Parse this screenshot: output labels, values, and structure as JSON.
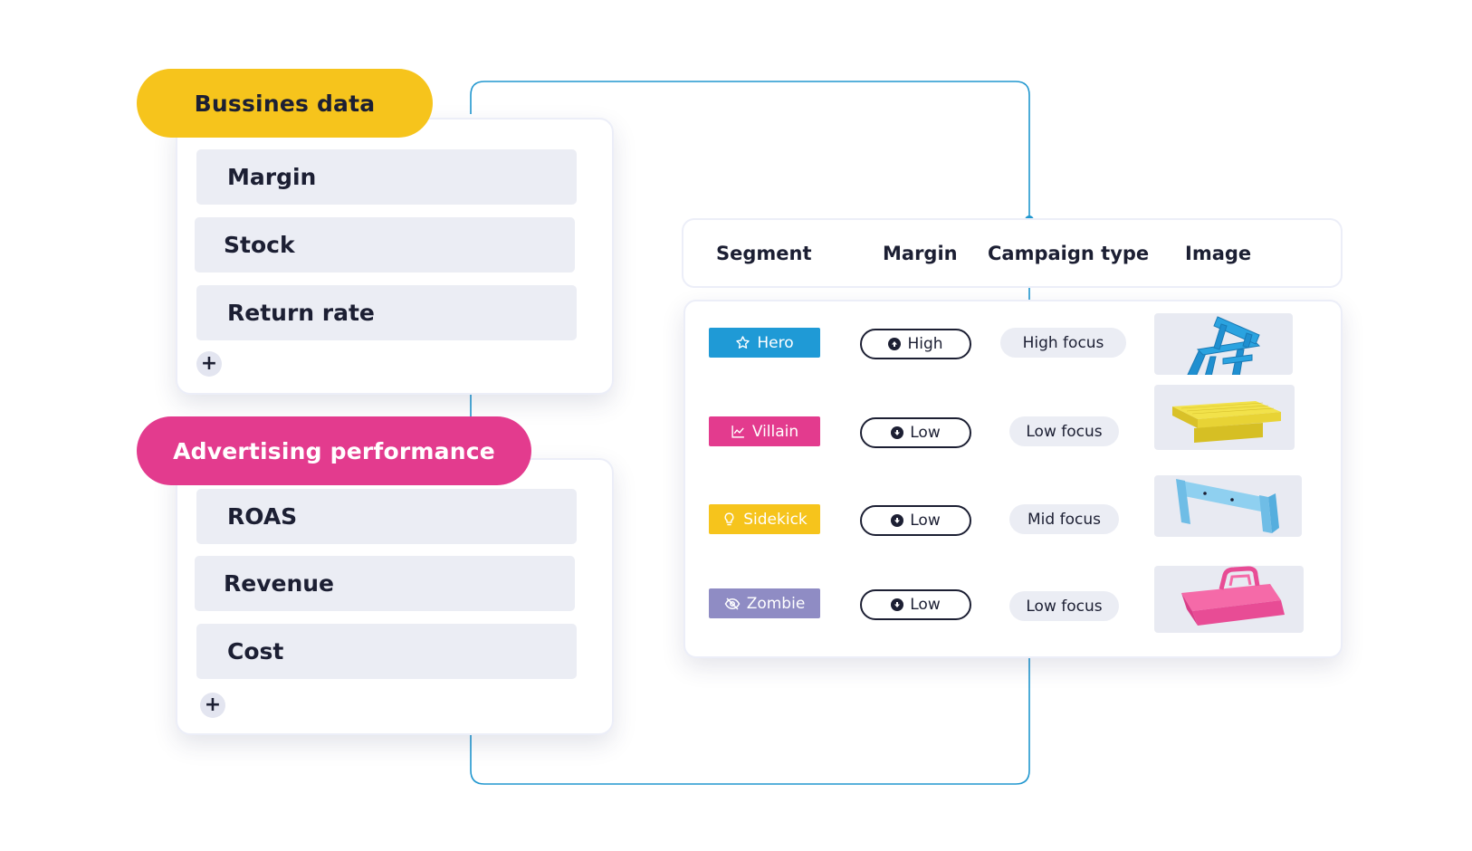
{
  "business": {
    "title": "Bussines data",
    "metrics": [
      "Margin",
      "Stock",
      "Return rate"
    ],
    "add_symbol": "+"
  },
  "ads": {
    "title": "Advertising performance",
    "metrics": [
      "ROAS",
      "Revenue",
      "Cost"
    ],
    "add_symbol": "+"
  },
  "table": {
    "headers": [
      "Segment",
      "Margin",
      "Campaign type",
      "Image"
    ],
    "rows": [
      {
        "segment": "Hero",
        "segment_icon": "star-icon",
        "segment_color": "#1f9ad6",
        "margin": "High",
        "margin_icon": "arrow-up-icon",
        "campaign": "High focus",
        "image": "blue-chair-image"
      },
      {
        "segment": "Villain",
        "segment_icon": "trend-chart-icon",
        "segment_color": "#e33b8e",
        "margin": "Low",
        "margin_icon": "arrow-down-icon",
        "campaign": "Low focus",
        "image": "yellow-cushion-image"
      },
      {
        "segment": "Sidekick",
        "segment_icon": "lightbulb-icon",
        "segment_color": "#f6c41c",
        "margin": "Low",
        "margin_icon": "arrow-down-icon",
        "campaign": "Mid focus",
        "image": "blue-shelf-image"
      },
      {
        "segment": "Zombie",
        "segment_icon": "eye-off-icon",
        "segment_color": "#8f8cc4",
        "margin": "Low",
        "margin_icon": "arrow-down-icon",
        "campaign": "Low focus",
        "image": "pink-tray-image"
      }
    ]
  },
  "colors": {
    "connector": "#2197cf",
    "yellow": "#f6c41c",
    "pink": "#e33b8e",
    "blue": "#1f9ad6",
    "purple": "#8f8cc4",
    "text": "#1c1f33"
  }
}
